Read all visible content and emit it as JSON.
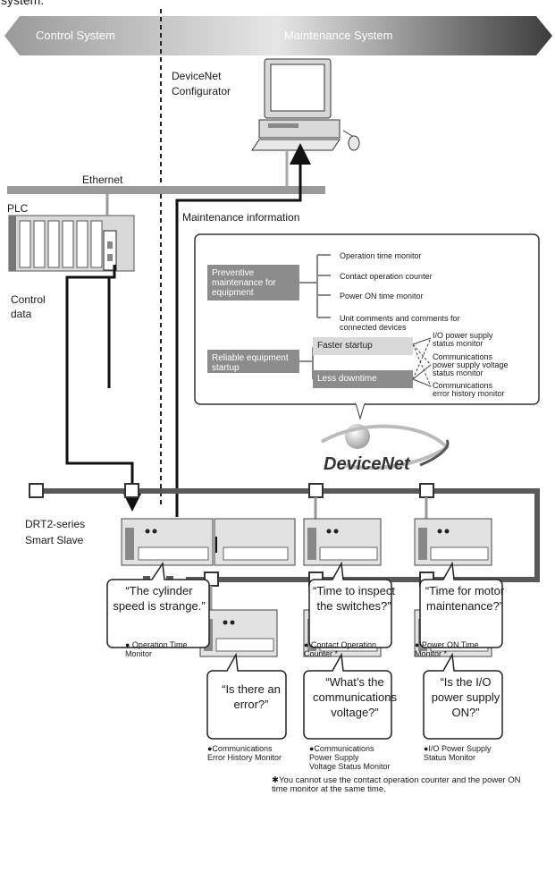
{
  "header": {
    "top_fragment": "system.",
    "left_label": "Control System",
    "right_label": "Maintenance System"
  },
  "configurator": {
    "label_line1": "DeviceNet",
    "label_line2": "Configurator"
  },
  "network": {
    "ethernet": "Ethernet",
    "plc": "PLC",
    "control_data_1": "Control",
    "control_data_2": "data",
    "maintenance_info": "Maintenance information"
  },
  "panel": {
    "preventive": [
      "Preventive",
      "maintenance for",
      "equipment"
    ],
    "preventive_items": [
      "Operation time monitor",
      "Contact operation counter",
      "Power ON time monitor",
      "Unit comments and comments for",
      "connected devices"
    ],
    "reliable": [
      "Reliable equipment",
      "startup"
    ],
    "faster": "Faster startup",
    "less": "Less downtime",
    "monitors": [
      "I/O power supply",
      "status monitor",
      "Communications",
      "power supply voltage",
      "status monitor",
      "Communications",
      "error history monitor"
    ]
  },
  "devicenet_logo": "DeviceNet",
  "slave": {
    "line1": "DRT2-series",
    "line2": "Smart Slave"
  },
  "bubbles": [
    {
      "text": "“The cylinder speed is strange.”"
    },
    {
      "text": "“Time to inspect the switches?”"
    },
    {
      "text": "“Time for motor maintenance?”"
    },
    {
      "text": "“Is there an error?”"
    },
    {
      "text": "“What’s the communications voltage?”"
    },
    {
      "text": "“Is the I/O power supply ON?”"
    }
  ],
  "captions": [
    {
      "l1": "● Operation Time",
      "l2": "Monitor"
    },
    {
      "l1": "● Contact Operation",
      "l2": "Counter  *"
    },
    {
      "l1": "● Power ON Time",
      "l2": "Monitor  *"
    },
    {
      "l1": "●Communications",
      "l2": "Error History Monitor"
    },
    {
      "l1": "●Communications",
      "l2": "Power Supply",
      "l3": "Voltage Status Monitor"
    },
    {
      "l1": "●I/O Power Supply",
      "l2": "Status Monitor"
    }
  ],
  "footnote": {
    "line1": "✱You cannot use the contact operation counter and the power ON",
    "line2": "time monitor at the same time."
  },
  "colors": {
    "trunk": "#595959",
    "box": "#8c8c8c",
    "lightbox": "#d9d9d9",
    "arrow": "#111111"
  }
}
